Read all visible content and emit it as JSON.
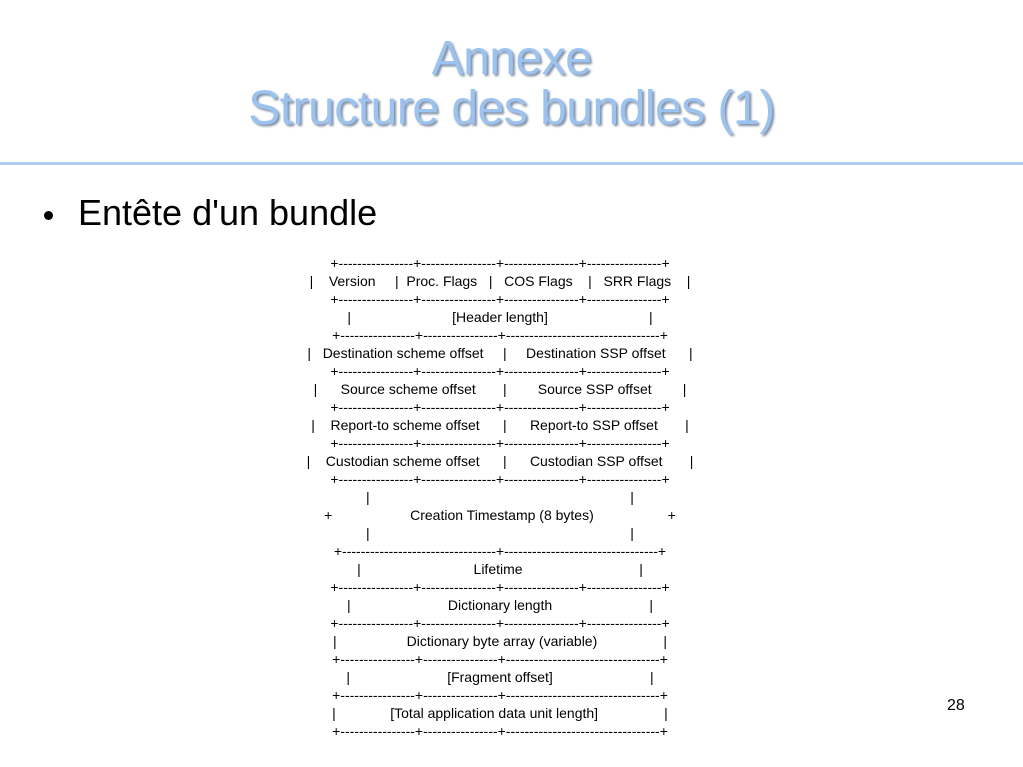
{
  "slide": {
    "title_line1": "Annexe",
    "title_line2": "Structure des bundles (1)",
    "bullet": "Entête d'un bundle",
    "page_number": "28"
  },
  "header_diagram": [
    "+----------------+----------------+----------------+----------------+",
    "|    Version     |  Proc. Flags   |   COS Flags    |   SRR Flags    |",
    "+----------------+----------------+----------------+----------------+",
    "|                          [Header length]                          |",
    "+----------------+----------------+---------------------------------+",
    "|   Destination scheme offset     |     Destination SSP offset      |",
    "+----------------+----------------+----------------+----------------+",
    "|      Source scheme offset       |        Source SSP offset        |",
    "+----------------+----------------+----------------+----------------+",
    "|    Report-to scheme offset      |      Report-to SSP offset       |",
    "+----------------+----------------+----------------+----------------+",
    "|    Custodian scheme offset      |      Custodian SSP offset       |",
    "+----------------+----------------+----------------+----------------+",
    "|                                                                   |",
    "+                    Creation Timestamp (8 bytes)                   +",
    "|                                                                   |",
    "+---------------------------------+---------------------------------+",
    "|                             Lifetime                              |",
    "+----------------+----------------+----------------+----------------+",
    "|                         Dictionary length                         |",
    "+----------------+----------------+----------------+----------------+",
    "|                  Dictionary byte array (variable)                 |",
    "+----------------+----------------+---------------------------------+",
    "|                         [Fragment offset]                         |",
    "+----------------+----------------+---------------------------------+",
    "|              [Total application data unit length]                 |",
    "+----------------+----------------+---------------------------------+"
  ]
}
